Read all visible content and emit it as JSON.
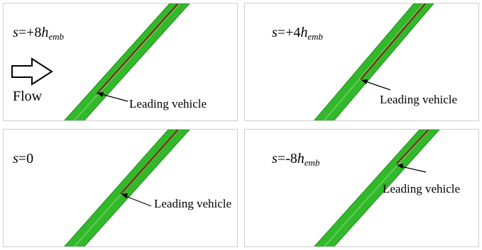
{
  "panels": [
    {
      "id": "p1",
      "s_symbol": "s",
      "s_value": "=+8",
      "h_symbol": "h",
      "h_sub": "emb",
      "annotation": "Leading vehicle"
    },
    {
      "id": "p2",
      "s_symbol": "s",
      "s_value": "=+4",
      "h_symbol": "h",
      "h_sub": "emb",
      "annotation": "Leading vehicle"
    },
    {
      "id": "p3",
      "s_symbol": "s",
      "s_value": "=0",
      "h_symbol": "",
      "h_sub": "",
      "annotation": "Leading vehicle"
    },
    {
      "id": "p4",
      "s_symbol": "s",
      "s_value": "=-8",
      "h_symbol": "h",
      "h_sub": "emb",
      "annotation": "Leading vehicle"
    }
  ],
  "flow": {
    "label": "Flow",
    "icon": "right-arrow-outline-icon"
  },
  "colors": {
    "road_green": "#33b82b",
    "road_edge": "#1f8f1a",
    "vehicle_line": "#8b1a1a",
    "border": "#d0d0d0"
  }
}
